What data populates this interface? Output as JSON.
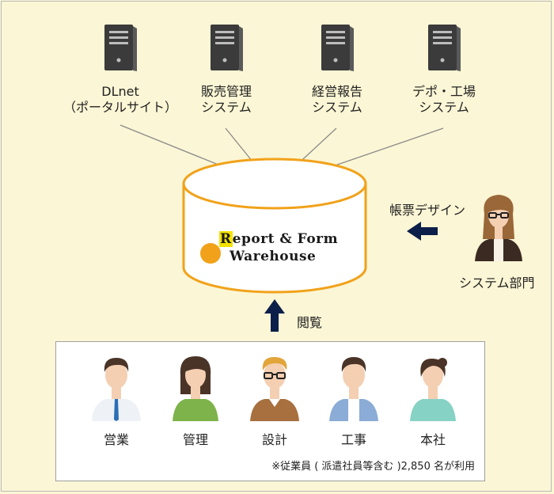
{
  "servers": [
    {
      "line1": "DLnet",
      "line2": "（ポータルサイト）"
    },
    {
      "line1": "販売管理",
      "line2": "システム"
    },
    {
      "line1": "経営報告",
      "line2": "システム"
    },
    {
      "line1": "デポ・工場",
      "line2": "システム"
    }
  ],
  "warehouse": {
    "logo_r": "R",
    "logo_line1_rest": "eport & Form",
    "logo_line2": "Warehouse"
  },
  "system_dept": {
    "arrow_label": "帳票デザイン",
    "label": "システム部門"
  },
  "viewing": {
    "arrow_label": "閲覧"
  },
  "users": [
    {
      "label": "営業"
    },
    {
      "label": "管理"
    },
    {
      "label": "設計"
    },
    {
      "label": "工事"
    },
    {
      "label": "本社"
    }
  ],
  "note": "※従業員 ( 派遣社員等含む )2,850 名が利用",
  "colors": {
    "background": "#fbf6d5",
    "accent_orange": "#f1a21a",
    "arrow_navy": "#0c1f4a",
    "logo_yellow": "#f3e200"
  }
}
